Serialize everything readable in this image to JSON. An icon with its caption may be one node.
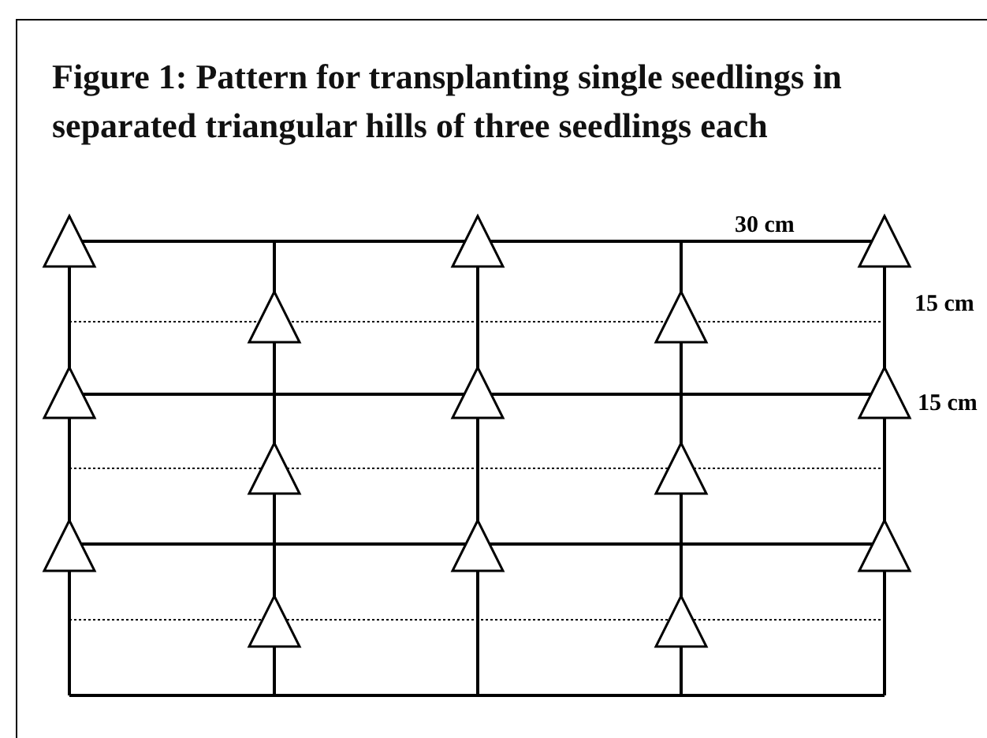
{
  "diagram": {
    "title": "Figure 1: Pattern for transplanting single seedlings in separated triangular hills of three seedlings each",
    "labels": [
      "30 cm",
      "15 cm",
      "15 cm"
    ]
  }
}
